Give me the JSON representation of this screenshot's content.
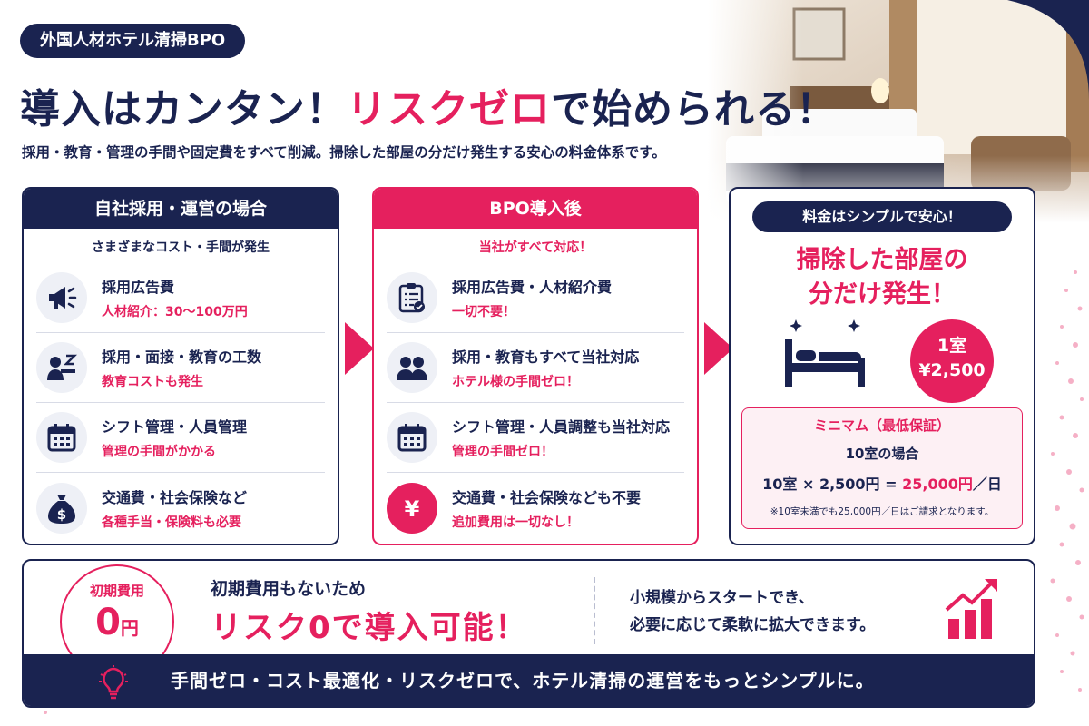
{
  "header": {
    "badge": "外国人材ホテル清掃BPO",
    "headline_a": "導入はカンタン！",
    "headline_em": "リスクゼロ",
    "headline_b": "で始められる！",
    "subtext": "採用・教育・管理の手間や固定費をすべて削減。掃除した部屋の分だけ発生する安心の料金体系です。"
  },
  "left_panel": {
    "title": "自社採用・運営の場合",
    "subtitle": "さまざまなコスト・手間が発生",
    "items": [
      {
        "icon": "megaphone-icon",
        "title": "採用広告費",
        "sub": "人材紹介：30〜100万円"
      },
      {
        "icon": "interview-icon",
        "title": "採用・面接・教育の工数",
        "sub": "教育コストも発生"
      },
      {
        "icon": "calendar-icon",
        "title": "シフト管理・人員管理",
        "sub": "管理の手間がかかる"
      },
      {
        "icon": "money-bag-icon",
        "title": "交通費・社会保険など",
        "sub": "各種手当・保険料も必要"
      }
    ]
  },
  "middle_panel": {
    "title": "BPO導入後",
    "subtitle": "当社がすべて対応！",
    "items": [
      {
        "icon": "clipboard-check-icon",
        "title": "採用広告費・人材紹介費",
        "sub": "一切不要！"
      },
      {
        "icon": "people-icon",
        "title": "採用・教育もすべて当社対応",
        "sub": "ホテル様の手間ゼロ！"
      },
      {
        "icon": "calendar-icon",
        "title": "シフト管理・人員調整も当社対応",
        "sub": "管理の手間ゼロ！"
      },
      {
        "icon": "yen-icon",
        "title": "交通費・社会保険なども不要",
        "sub": "追加費用は一切なし！"
      }
    ]
  },
  "price_panel": {
    "pill": "料金はシンプルで安心！",
    "headline_1": "掃除した部屋の",
    "headline_2": "分だけ発生！",
    "circle_line1": "1室",
    "circle_line2": "¥2,500",
    "minimum": {
      "title": "ミニマム（最低保証）",
      "case": "10室の場合",
      "formula_a": "10室 × 2,500円 = ",
      "formula_b": "25,000円",
      "formula_c": "／日",
      "note": "※10室未満でも25,000円／日はご請求となります。"
    }
  },
  "bottom": {
    "zero_label": "初期費用",
    "zero_value": "0",
    "zero_unit": "円",
    "line1": "初期費用もないため",
    "line2": "リスク0で導入可能！",
    "right1": "小規模からスタートでき、",
    "right2": "必要に応じて柔軟に拡大できます。",
    "bar_text": "手間ゼロ・コスト最適化・リスクゼロで、ホテル清掃の運営をもっとシンプルに。"
  },
  "colors": {
    "navy": "#1a2350",
    "accent": "#e5205e"
  }
}
